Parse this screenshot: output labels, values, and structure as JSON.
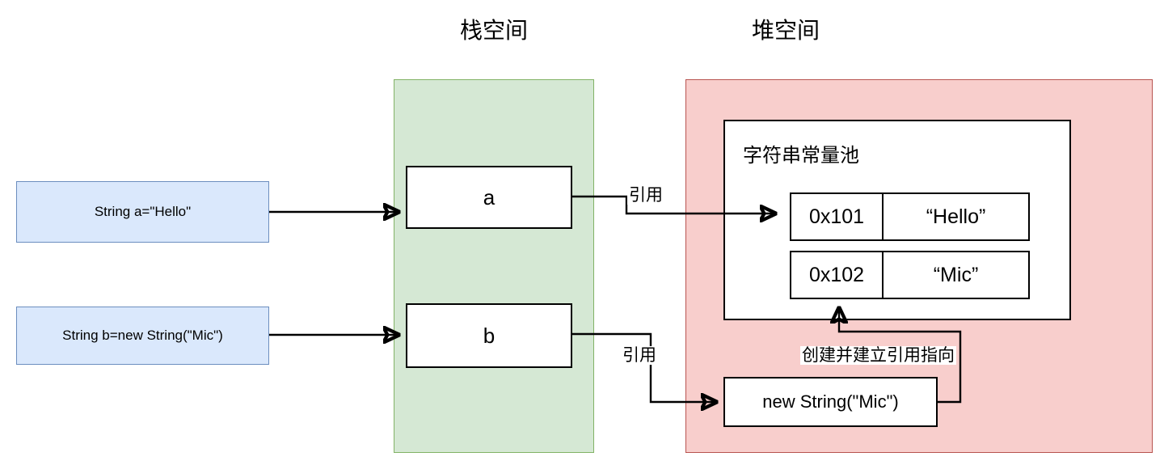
{
  "diagram": {
    "title_stack": "栈空间",
    "title_heap": "堆空间"
  },
  "code_boxes": [
    {
      "id": "decl-a",
      "text": "String  a=\"Hello\""
    },
    {
      "id": "decl-b",
      "text": "String  b=new String(\"Mic\")"
    }
  ],
  "stack": {
    "variables": [
      {
        "name": "a"
      },
      {
        "name": "b"
      }
    ]
  },
  "heap": {
    "pool": {
      "title": "字符串常量池",
      "rows": [
        {
          "address": "0x101",
          "value": "“Hello”"
        },
        {
          "address": "0x102",
          "value": "“Mic”"
        }
      ]
    },
    "object": {
      "text": "new String(\"Mic\")"
    }
  },
  "labels": {
    "ref_a": "引用",
    "ref_b": "引用",
    "create_and_link": "创建并建立引用指向"
  },
  "colors": {
    "stack_fill": "#d5e8d4",
    "stack_stroke": "#82b366",
    "heap_fill": "#f8cecc",
    "heap_stroke": "#b85450",
    "code_fill": "#dae8fc",
    "code_stroke": "#6c8ebf",
    "box_stroke": "#000000",
    "background": "#ffffff"
  }
}
